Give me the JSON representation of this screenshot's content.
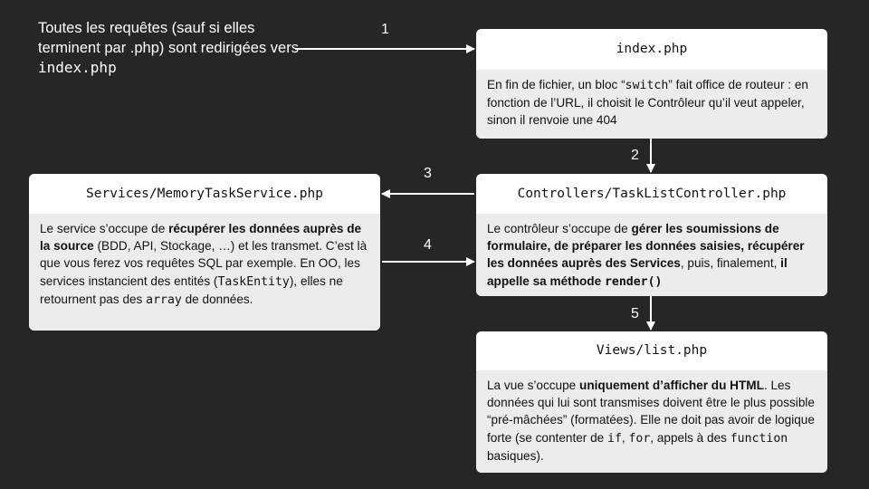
{
  "intro": {
    "line1": "Toutes les requêtes (sauf si elles terminent par .php) sont redirigées vers ",
    "code": "index.php"
  },
  "steps": [
    "1",
    "2",
    "3",
    "4",
    "5"
  ],
  "index_box": {
    "title": "index.php",
    "t1": "En fin de fichier, un bloc “",
    "c1": "switch",
    "t2": "” fait office de routeur : en fonction de l’URL, il choisit le Contrôleur qu’il veut appeler, sinon il renvoie une 404"
  },
  "service_box": {
    "title": "Services/MemoryTaskService.php",
    "t1": "Le service s’occupe de ",
    "b1": "récupérer les données auprès de la source",
    "t2": " (BDD, API, Stockage, …) et les transmet. C’est là que vous ferez vos requêtes SQL par exemple. En OO, les services instancient des entités (",
    "c1": "TaskEntity",
    "t3": "), elles ne retournent pas des ",
    "c2": "array",
    "t4": " de données."
  },
  "controller_box": {
    "title": "Controllers/TaskListController.php",
    "t1": "Le contrôleur s’occupe de ",
    "b1": "gérer les soumissions de formulaire, de préparer les données saisies, récupérer les données auprès des Services",
    "t2": ", puis, finalement, ",
    "b2": "il appelle sa méthode ",
    "c1": "render()"
  },
  "view_box": {
    "title": "Views/list.php",
    "t1": "La vue s’occupe ",
    "b1": "uniquement d’afficher du HTML",
    "t2": ". Les données qui lui sont transmises doivent être le plus possible “pré-mâchées” (formatées). Elle ne doit pas avoir de logique forte (se contenter de ",
    "c1": "if",
    "t3": ", ",
    "c2": "for",
    "t4": ", appels à des ",
    "c3": "function",
    "t5": " basiques)."
  },
  "colors": {
    "background": "#262626",
    "box_header": "#ffffff",
    "box_body": "#ececec",
    "arrow": "#ffffff"
  }
}
